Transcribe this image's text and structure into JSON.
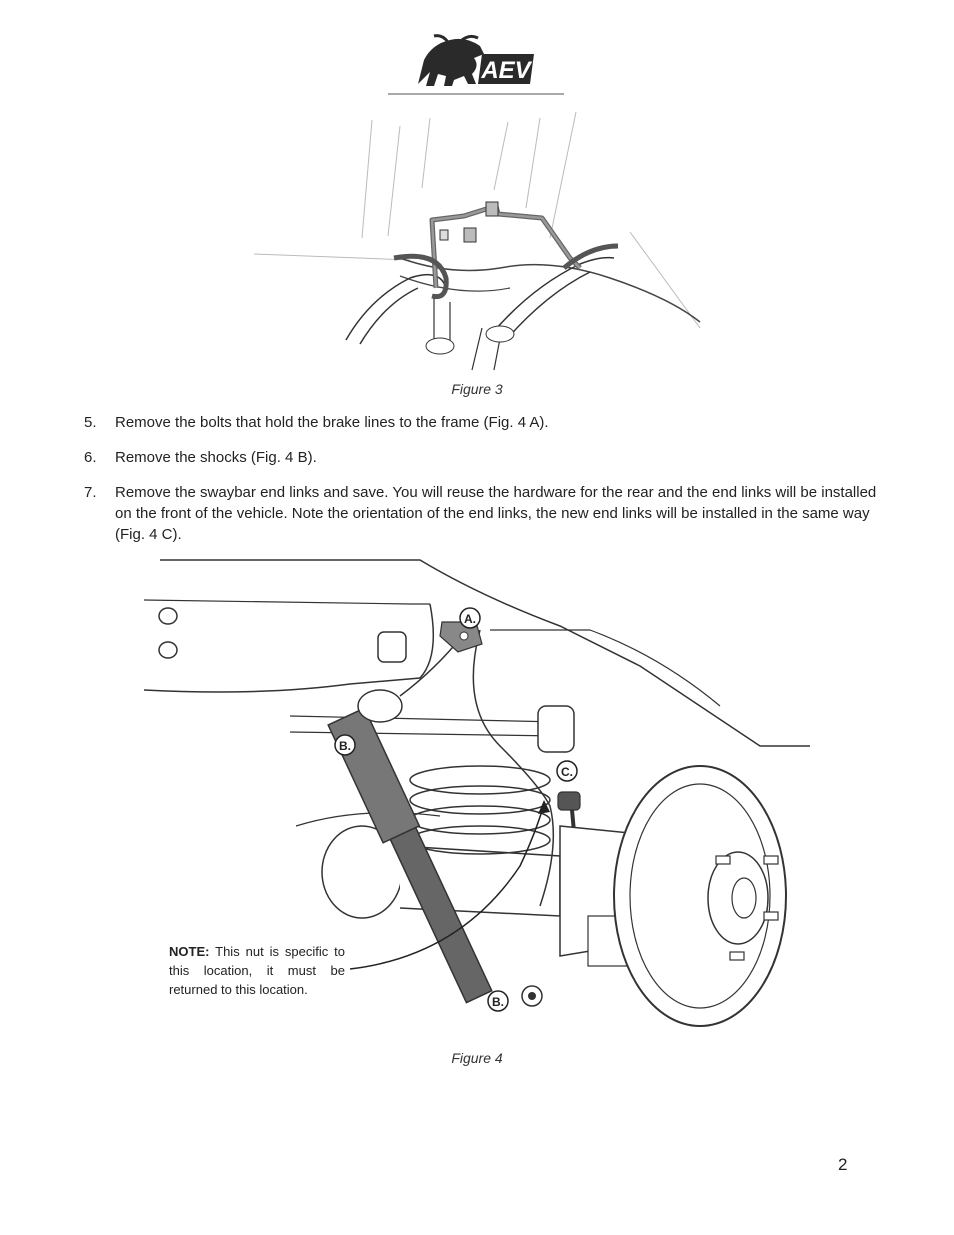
{
  "logo": {
    "text": "AEV"
  },
  "figure3": {
    "caption": "Figure 3"
  },
  "steps": [
    {
      "number": "5.",
      "text": "Remove the bolts that hold the brake lines to the frame (Fig. 4 A)."
    },
    {
      "number": "6.",
      "text": "Remove the shocks (Fig. 4 B)."
    },
    {
      "number": "7.",
      "text": "Remove the swaybar end links and save. You will reuse the hardware for the rear and the end links will be installed on the front of the vehicle. Note the orientation of the end links, the new end links will be installed in the same way (Fig. 4 C)."
    }
  ],
  "figure4": {
    "caption": "Figure 4",
    "callouts": {
      "a": "A.",
      "b_upper": "B.",
      "b_lower": "B.",
      "c": "C."
    },
    "note": {
      "label": "NOTE:",
      "text": "This nut is specific to this location, it must be returned to this location."
    }
  },
  "page_number": "2"
}
